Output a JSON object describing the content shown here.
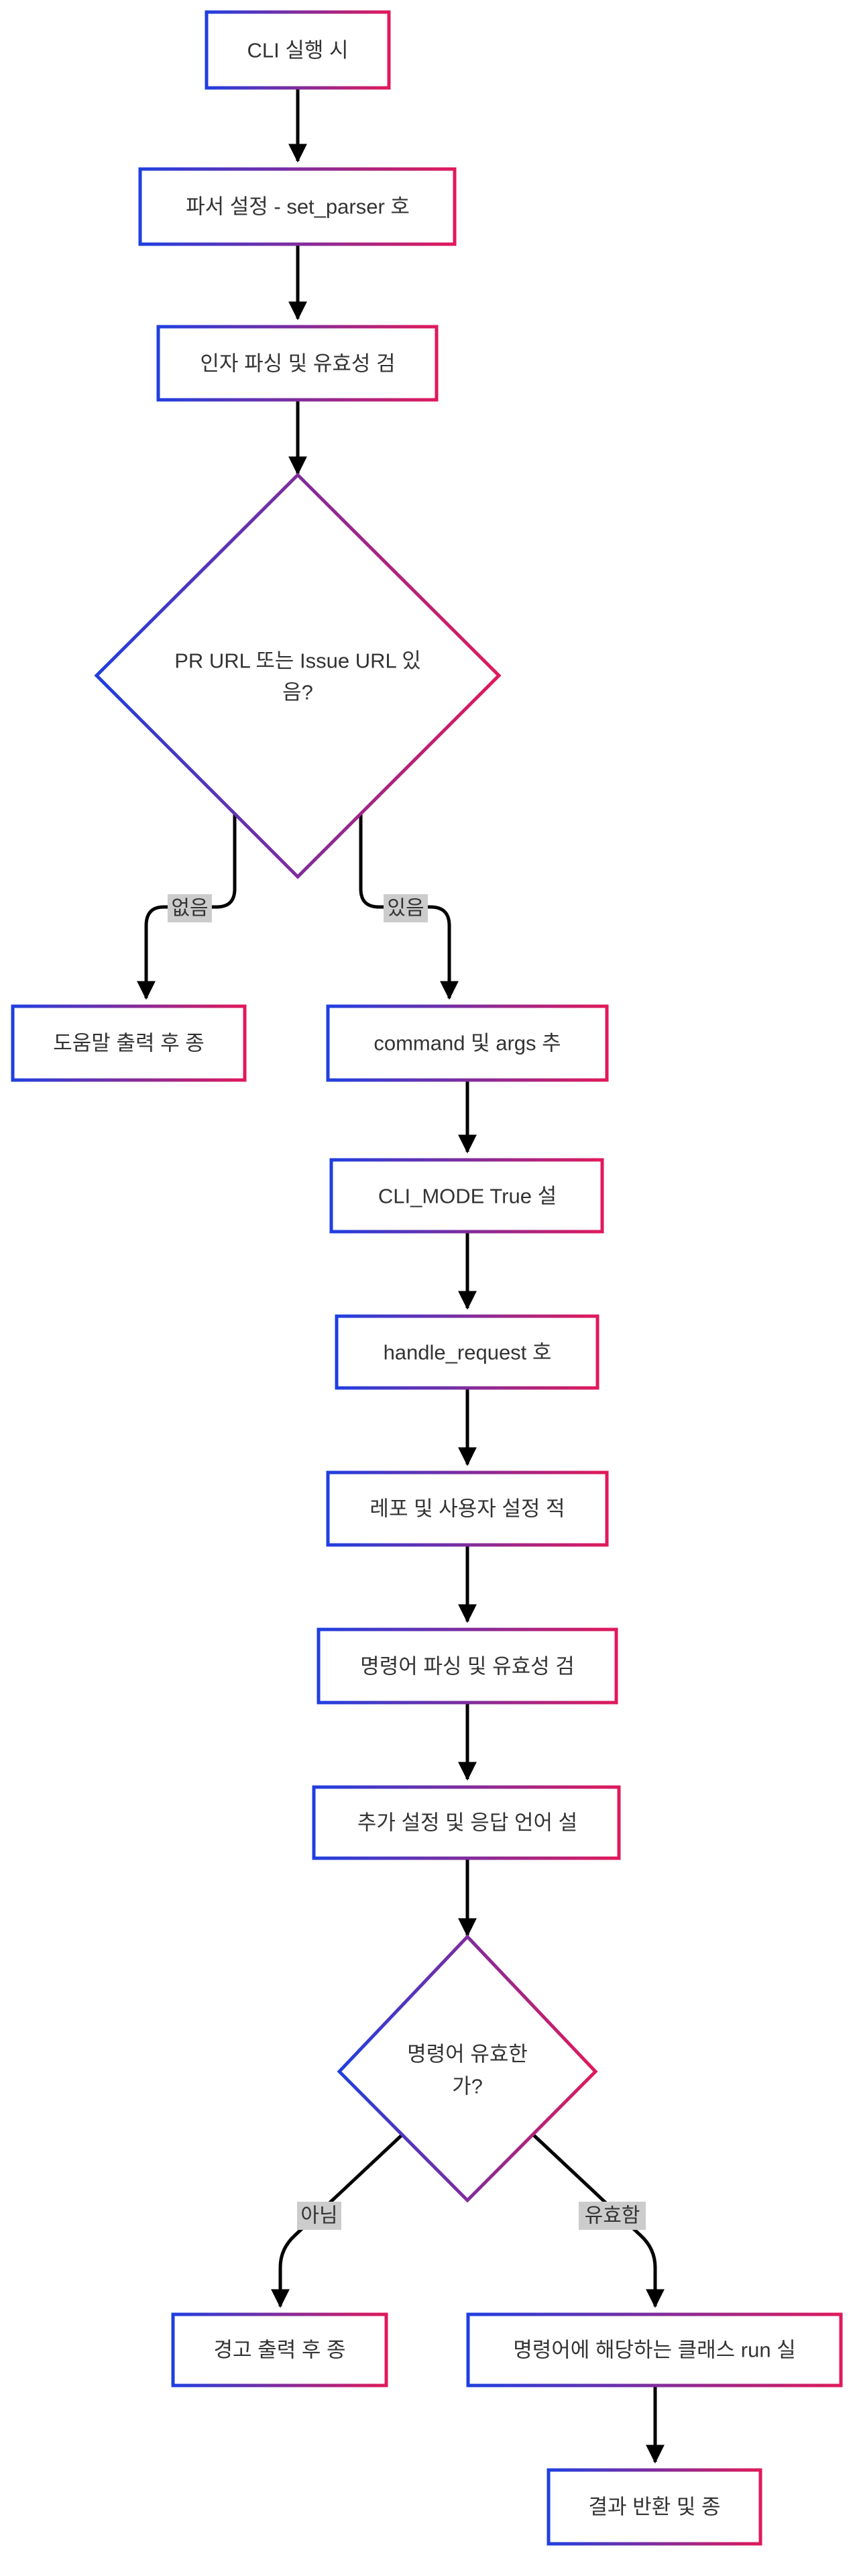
{
  "nodes": {
    "cli_run": "CLI 실행 시",
    "set_parser": "파서 설정 - set_parser 호",
    "parse_args": "인자 파싱 및 유효성 검",
    "check_url": [
      "PR URL 또는 Issue URL 있",
      "음?"
    ],
    "print_help": "도움말 출력 후 종",
    "extract_cmd": "command 및 args 추",
    "cli_mode": "CLI_MODE True 설",
    "handle_request": "handle_request 호",
    "repo_settings": "레포 및 사용자 설정 적",
    "parse_command": "명령어 파싱 및 유효성 검",
    "extra_settings": "추가 설정 및 응답 언어 설",
    "check_valid": [
      "명령어 유효한",
      "가?"
    ],
    "print_warning": "경고 출력 후 종",
    "run_class": "명령어에 해당하는 클래스 run 실",
    "return_result": "결과 반환 및 종"
  },
  "edge_labels": {
    "no_url": "없음",
    "has_url": "있음",
    "invalid": "아님",
    "valid": "유효함"
  },
  "colors": {
    "gradient_start": "#1f3fe0",
    "gradient_end": "#e0195a",
    "edge": "#000000",
    "label_bg": "#cccccc",
    "text": "#333333"
  }
}
